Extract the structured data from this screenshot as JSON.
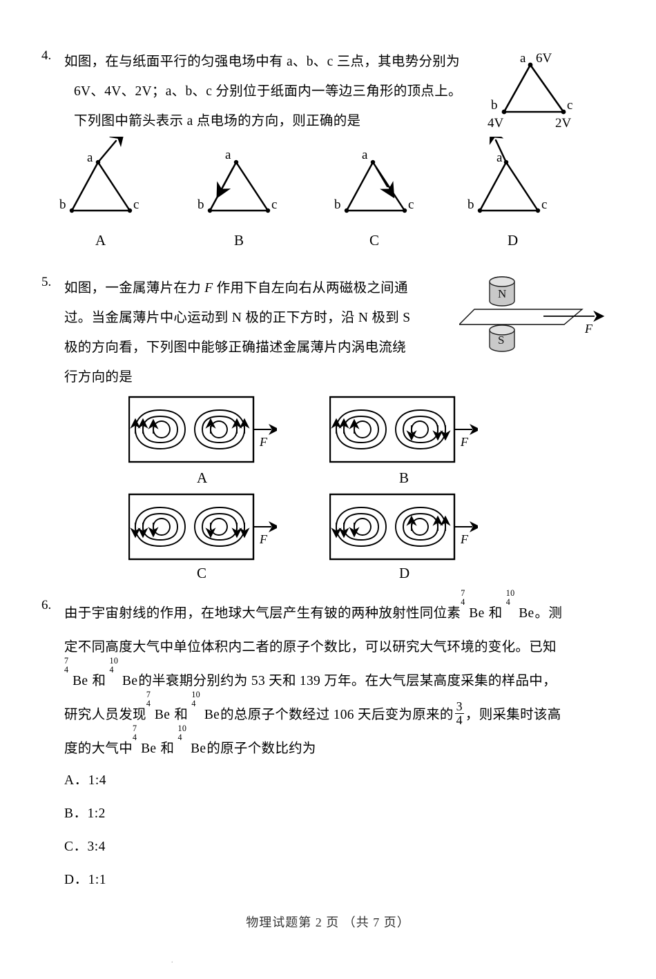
{
  "document": {
    "footer": "物理试题第 2 页 （共 7 页）"
  },
  "questions": [
    {
      "number": "4.",
      "lines": [
        "如图，在与纸面平行的匀强电场中有 a、b、c 三点，其电势分别为",
        "6V、4V、2V；a、b、c 分别位于纸面内一等边三角形的顶点上。",
        "下列图中箭头表示 a 点电场的方向，则正确的是"
      ],
      "stem_figure": {
        "name": "equilateral-triangle-potentials",
        "vertices": [
          {
            "label": "a",
            "potential": "6V"
          },
          {
            "label": "b",
            "potential": "4V"
          },
          {
            "label": "c",
            "potential": "2V"
          }
        ]
      },
      "options": [
        {
          "letter": "A",
          "arrow": "up-right-from-a-outward"
        },
        {
          "letter": "B",
          "arrow": "down-left-along-ab"
        },
        {
          "letter": "C",
          "arrow": "down-right-along-ac"
        },
        {
          "letter": "D",
          "arrow": "up-left-from-a-outward"
        }
      ]
    },
    {
      "number": "5.",
      "lines": [
        "如图，一金属薄片在力 F 作用下自左向右从两磁极之间通",
        "过。当金属薄片中心运动到 N 极的正下方时，沿 N 极到 S",
        "极的方向看，下列图中能够正确描述金属薄片内涡电流绕",
        "行方向的是"
      ],
      "force_symbol": "F",
      "stem_figure": {
        "name": "magnet-plate-setup",
        "north_pole": "N",
        "south_pole": "S",
        "force_label": "F"
      },
      "options": [
        {
          "letter": "A",
          "left_loop": "counterclockwise",
          "right_loop": "counterclockwise",
          "force_label": "F"
        },
        {
          "letter": "B",
          "left_loop": "counterclockwise",
          "right_loop": "clockwise",
          "force_label": "F"
        },
        {
          "letter": "C",
          "left_loop": "clockwise",
          "right_loop": "clockwise",
          "force_label": "F"
        },
        {
          "letter": "D",
          "left_loop": "clockwise",
          "right_loop": "counterclockwise",
          "force_label": "F"
        }
      ]
    },
    {
      "number": "6.",
      "line1_a": "由于宇宙射线的作用，在地球大气层产生有铍的两种放射性同位素",
      "line1_b": "和",
      "line1_c": "。测",
      "line2": "定不同高度大气中单位体积内二者的原子个数比，可以研究大气环境的变化。已知",
      "line3_a": "和",
      "line3_b": "的半衰期分别约为 53 天和 139 万年。在大气层某高度采集的样品中，",
      "line4_a": "研究人员发现",
      "line4_b": "和",
      "line4_c": "的总原子个数经过 106 天后变为原来的",
      "line4_d": "，则采集时该高",
      "line5_a": "度的大气中",
      "line5_b": "和",
      "line5_c": "的原子个数比约为",
      "isotope1": {
        "mass": "7",
        "atomic": "4",
        "symbol": "Be"
      },
      "isotope2": {
        "mass": "10",
        "atomic": "4",
        "symbol": "Be"
      },
      "fraction": {
        "numerator": "3",
        "denominator": "4"
      },
      "answers": [
        "A．1:4",
        "B．1:2",
        "C．3:4",
        "D．1:1"
      ]
    }
  ]
}
